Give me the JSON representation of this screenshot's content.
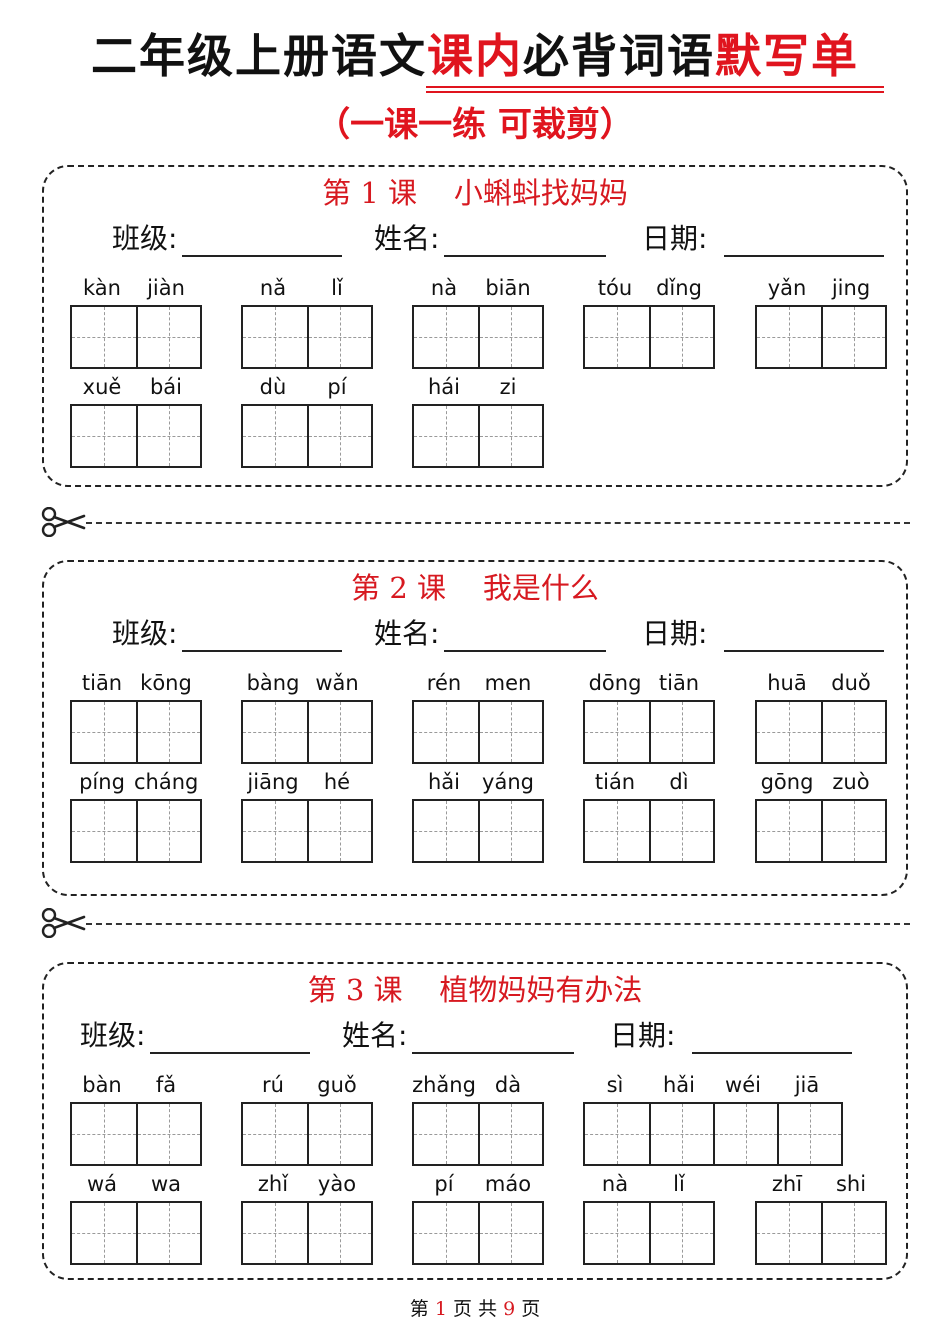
{
  "title": {
    "part1": "二年级上册语文",
    "part2": "课内",
    "part3": "必背词语",
    "part4": "默写单"
  },
  "subtitle": "（一课一练  可裁剪）",
  "sections": [
    {
      "heading": "第 1 课    小蝌蚪找妈妈",
      "fields": [
        "班级:",
        "姓名:",
        "日期:"
      ],
      "words": [
        [
          "kàn",
          "jiàn"
        ],
        [
          "nǎ",
          "lǐ"
        ],
        [
          "nà",
          "biān"
        ],
        [
          "tóu",
          "dǐng"
        ],
        [
          "yǎn",
          "jing"
        ],
        [
          "xuě",
          "bái"
        ],
        [
          "dù",
          "pí"
        ],
        [
          "hái",
          "zi"
        ]
      ]
    },
    {
      "heading": "第 2 课    我是什么",
      "fields": [
        "班级:",
        "姓名:",
        "日期:"
      ],
      "words": [
        [
          "tiān",
          "kōng"
        ],
        [
          "bàng",
          "wǎn"
        ],
        [
          "rén",
          "men"
        ],
        [
          "dōng",
          "tiān"
        ],
        [
          "huā",
          "duǒ"
        ],
        [
          "píng",
          "cháng"
        ],
        [
          "jiāng",
          "hé"
        ],
        [
          "hǎi",
          "yáng"
        ],
        [
          "tián",
          "dì"
        ],
        [
          "gōng",
          "zuò"
        ]
      ]
    },
    {
      "heading": "第 3 课    植物妈妈有办法",
      "fields": [
        "班级:",
        "姓名:",
        "日期:"
      ],
      "words": [
        [
          "bàn",
          "fǎ"
        ],
        [
          "rú",
          "guǒ"
        ],
        [
          "zhǎng",
          "dà"
        ],
        [
          "sì",
          "hǎi",
          "wéi",
          "jiā"
        ],
        [
          "wá",
          "wa"
        ],
        [
          "zhǐ",
          "yào"
        ],
        [
          "pí",
          "máo"
        ],
        [
          "nà",
          "lǐ"
        ],
        [
          "zhī",
          "shi"
        ]
      ]
    }
  ],
  "footer": {
    "pre": "第 ",
    "page": "1",
    "mid": " 页 共 ",
    "total": "9",
    "post": " 页"
  },
  "icons": {
    "cut": "scissors-icon"
  },
  "colors": {
    "accent": "#e0141e",
    "heading": "#d71920",
    "ink": "#111111"
  }
}
